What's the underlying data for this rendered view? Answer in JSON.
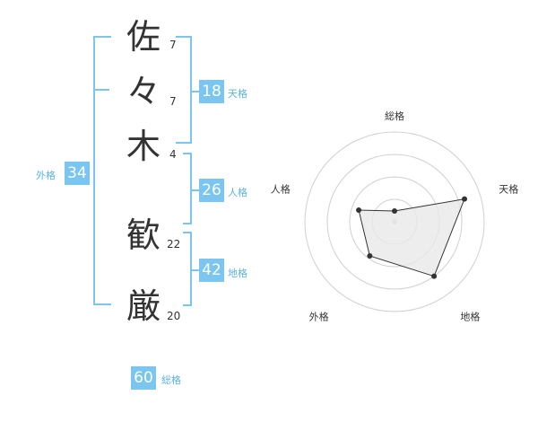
{
  "name_chars": [
    {
      "char": "佐",
      "strokes": "7"
    },
    {
      "char": "々",
      "strokes": "7"
    },
    {
      "char": "木",
      "strokes": "4"
    },
    {
      "char": "歓",
      "strokes": "22"
    },
    {
      "char": "厳",
      "strokes": "20"
    }
  ],
  "fortune": {
    "tenkaku": {
      "value": "18",
      "label": "天格"
    },
    "jinkaku": {
      "value": "26",
      "label": "人格"
    },
    "chikaku": {
      "value": "42",
      "label": "地格"
    },
    "gaikaku": {
      "value": "34",
      "label": "外格"
    },
    "soukaku": {
      "value": "60",
      "label": "総格"
    }
  },
  "radar": {
    "axes": [
      "総格",
      "天格",
      "地格",
      "外格",
      "人格"
    ],
    "values": [
      0.12,
      0.82,
      0.75,
      0.47,
      0.42
    ],
    "colors": {
      "grid": "#d0d0d0",
      "fill": "#e8e8e8",
      "line": "#333333",
      "point": "#333333"
    }
  }
}
